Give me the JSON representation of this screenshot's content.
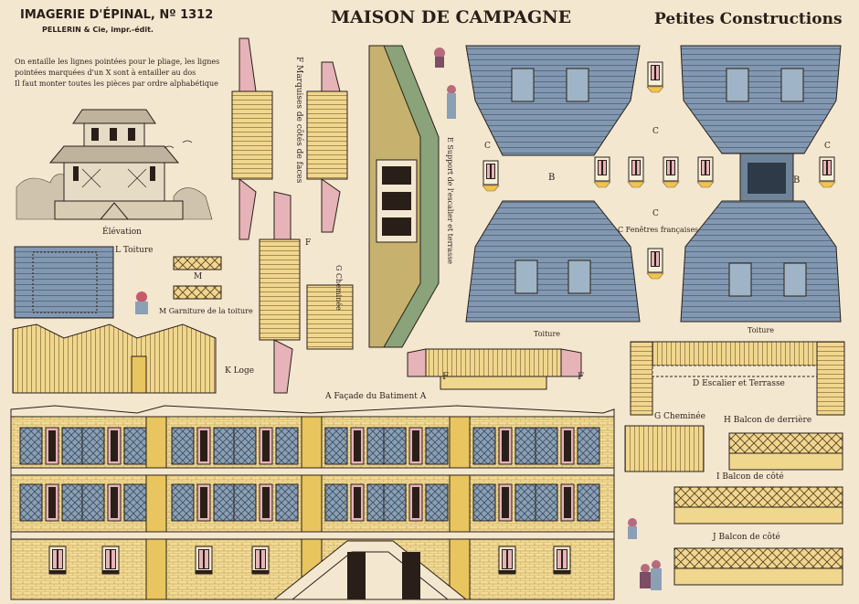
{
  "header": {
    "publisher": "IMAGERIE D'ÉPINAL, Nº 1312",
    "printer": "PELLERIN & Cie, impr.-édit.",
    "title": "MAISON DE CAMPAGNE",
    "series": "Petites Constructions"
  },
  "instructions": [
    "On entaille les lignes pointées pour le pliage, les lignes",
    "pointées marquées d'un X sont à entailler au dos",
    "Il faut monter toutes les pièces par ordre alphabétique"
  ],
  "labels": {
    "elevation": "Élévation",
    "l_toiture": "L Toiture",
    "m": "M",
    "m_garniture": "M Garniture de la toiture",
    "k_loge": "K Loge",
    "a_facade": "A Façade du Batiment A",
    "f_marquises": "F Marquises de côtés de faces",
    "f_left": "F",
    "g_cheminee_vert": "G Cheminée",
    "e_support": "E Support de l'escalier et terrasse",
    "f_bottom_left": "F",
    "f_bottom_right": "F",
    "b_left": "B",
    "b_right": "B",
    "c_left": "C",
    "c_top": "C",
    "c_right": "C",
    "c_mid": "C",
    "c_fenetres": "C Fenêtres françaises",
    "toiture_1": "Toiture",
    "toiture_2": "Toiture",
    "d_escalier": "D Escalier et Terrasse",
    "g_cheminee": "G Cheminée",
    "h_balcon": "H Balcon de derrière",
    "i_balcon": "I Balcon de côté",
    "j_balcon": "J Balcon de côté"
  },
  "colors": {
    "paper": "#f4e7d0",
    "roof_blue": "#7e95ad",
    "wall_yellow": "#f0d78e",
    "shutter_pink": "#e6b3b8",
    "ink": "#2a1f18",
    "green": "#8aa37a"
  }
}
